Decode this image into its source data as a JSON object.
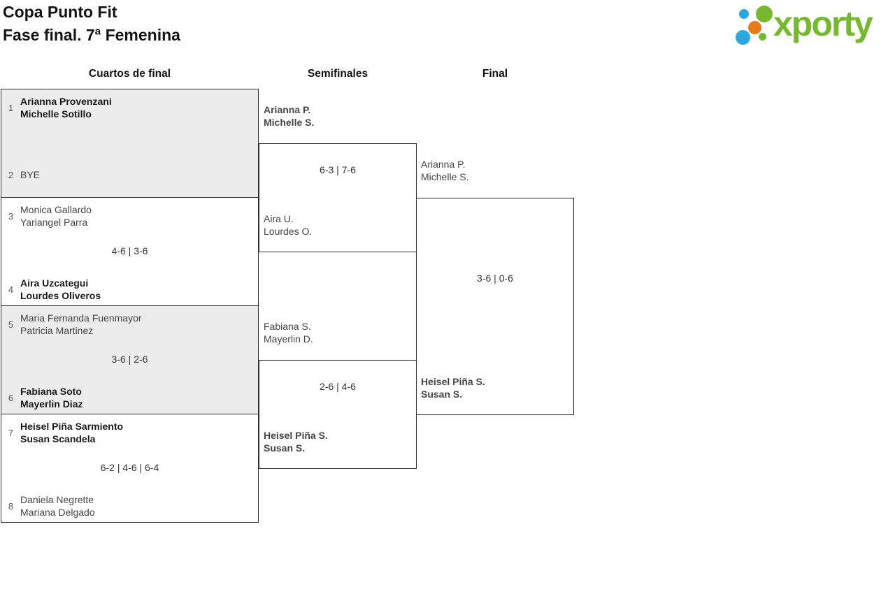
{
  "header": {
    "title_line1": "Copa Punto Fit",
    "title_line2": "Fase final. 7ª Femenina"
  },
  "brand": {
    "name": "xporty",
    "green": "#76b82e",
    "blue": "#29a8df",
    "orange": "#e87b17"
  },
  "column_headers": {
    "quarterfinals": "Cuartos de final",
    "semifinals": "Semifinales",
    "final": "Final"
  },
  "quarterfinals": [
    {
      "top": {
        "seed": "1",
        "p1": "Arianna Provenzani",
        "p2": "Michelle Sotillo",
        "winner": true
      },
      "bottom": {
        "seed": "2",
        "p1": "BYE",
        "p2": "",
        "winner": false
      },
      "score": ""
    },
    {
      "top": {
        "seed": "3",
        "p1": "Monica Gallardo",
        "p2": "Yariangel Parra",
        "winner": false
      },
      "bottom": {
        "seed": "4",
        "p1": "Aira Uzcategui",
        "p2": "Lourdes Oliveros",
        "winner": true
      },
      "score": "4-6 | 3-6"
    },
    {
      "top": {
        "seed": "5",
        "p1": "Maria Fernanda Fuenmayor",
        "p2": "Patricia Martinez",
        "winner": false
      },
      "bottom": {
        "seed": "6",
        "p1": "Fabiana Soto",
        "p2": "Mayerlin Diaz",
        "winner": true
      },
      "score": "3-6 | 2-6"
    },
    {
      "top": {
        "seed": "7",
        "p1": "Heisel Piña Sarmiento",
        "p2": "Susan Scandela",
        "winner": true
      },
      "bottom": {
        "seed": "8",
        "p1": "Daniela Negrette",
        "p2": "Mariana Delgado",
        "winner": false
      },
      "score": "6-2 | 4-6 | 6-4"
    }
  ],
  "semifinals": [
    {
      "top": {
        "p1": "Arianna P.",
        "p2": "Michelle S.",
        "winner": true
      },
      "bottom": {
        "p1": "Aira U.",
        "p2": "Lourdes O.",
        "winner": false
      },
      "score": "6-3 | 7-6"
    },
    {
      "top": {
        "p1": "Fabiana S.",
        "p2": "Mayerlin D.",
        "winner": false
      },
      "bottom": {
        "p1": "Heisel Piña S.",
        "p2": "Susan S.",
        "winner": true
      },
      "score": "2-6 | 4-6"
    }
  ],
  "final": {
    "top": {
      "p1": "Arianna P.",
      "p2": "Michelle S.",
      "winner": false
    },
    "bottom": {
      "p1": "Heisel Piña S.",
      "p2": "Susan S.",
      "winner": true
    },
    "score": "3-6 | 0-6"
  }
}
